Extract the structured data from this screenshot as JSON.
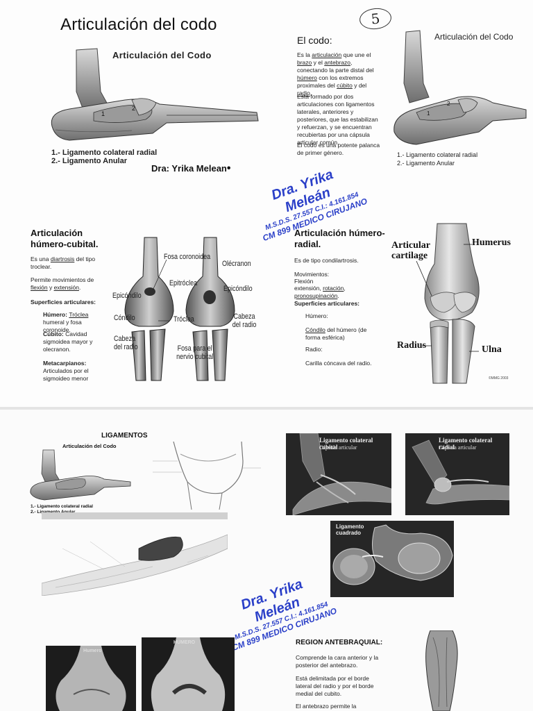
{
  "page1": {
    "page_number": "5",
    "main_title": "Articulación del codo",
    "fig1": {
      "title": "Articulación del Codo",
      "marker_1": "1",
      "marker_2": "2",
      "legend_1": "1.- Ligamento colateral radial",
      "legend_2": "2.- Ligamento Anular"
    },
    "author_line": "Dra: Yrika Melean",
    "codo": {
      "heading": "El codo:",
      "p1_prefix": "Es la ",
      "p1_link1": "articulación",
      "p1_mid1": " que une el ",
      "p1_link2": "brazo",
      "p1_mid2": " y el ",
      "p1_link3": "antebrazo",
      "p1_mid3": ", conectando la parte distal del ",
      "p1_link4": "húmero",
      "p1_mid4": " con los extremos proximales del ",
      "p1_link5": "cúbito",
      "p1_mid5": " y del ",
      "p1_link6": "radio",
      "p1_end": ".",
      "p2": "Está formado por dos articulaciones con ligamentos laterales, anteriores y posteriores, que las estabilizan y refuerzan, y se encuentran recubiertas por una cápsula articular común.",
      "p3": "El codo es una potente palanca de primer género."
    },
    "fig2": {
      "title": "Articulación del Codo",
      "marker_1": "1",
      "marker_2": "2",
      "legend_1": "1.- Ligamento colateral radial",
      "legend_2": "2.- Ligamento Anular"
    },
    "stamp": {
      "line1": "Dra. Yrika Meleán",
      "line2": "M.S.D.S. 27.557  C.I.: 4.161.854",
      "line3": "CM 899 MEDICO CIRUJANO"
    },
    "humerocubital": {
      "heading_1": "Articulación",
      "heading_2": "húmero-cubital.",
      "p1_prefix": "Es una ",
      "p1_link": "diartrosis",
      "p1_suffix": " del tipo troclear.",
      "p2_prefix": "Permite movimientos de ",
      "p2_link1": "flexión",
      "p2_mid": " y ",
      "p2_link2": "extensión",
      "p2_end": ".",
      "sup_heading": "Superficies articulares:",
      "humero_label": "Húmero: ",
      "humero_link": "Tróclea",
      "humero_text": " humeral y fosa coronoide.",
      "cubito_label": "Cúbito:",
      "cubito_text": " Cavidad sigmoidea mayor y olecranon.",
      "meta_label": "Metacarpianos:",
      "meta_text": "Articulados por el sigmoideo menor"
    },
    "fig3_labels": {
      "fosa_coronoidea": "Fosa coronoidea",
      "olecranon": "Olécranon",
      "epitroclea": "Epitróclea",
      "epicondilo_left": "Epicóndilo",
      "epicondilo_right": "Epicóndilo",
      "condilo": "Cóndilo",
      "troclea": "Tróclea",
      "cabeza_radio_left": "Cabeza del radio",
      "cabeza_radio_right": "Cabeza del radio",
      "fosa_nervio": "Fosa para el nervio cubital"
    },
    "humeroradial": {
      "heading_1": "Articulación húmero-",
      "heading_2": "radial.",
      "p1": "Es de tipo condilartrosis.",
      "mov_label": "Movimientos:",
      "mov_1": "Flexión",
      "mov_2_prefix": "extensión, ",
      "mov_2_link1": "rotación",
      "mov_2_mid": ", ",
      "mov_2_link2": "pronosupinación",
      "mov_2_end": ".",
      "sup_heading": "Superficies articulares:",
      "humero": "Húmero:",
      "condilo_link": "Cóndilo",
      "condilo_text": " del húmero (de forma esférica)",
      "radio": "Radio:",
      "radio_text": "Carilla cóncava del radio."
    },
    "fig4_labels": {
      "articular": "Articular",
      "cartilage": "cartilage",
      "humerus": "Humerus",
      "radius": "Radius",
      "ulna": "Ulna",
      "copyright": "©MMG 2003"
    }
  },
  "page2": {
    "ligamentos_heading": "LIGAMENTOS",
    "mini_fig": {
      "title": "Articulación del Codo",
      "legend_1": "1.- Ligamento colateral radial",
      "legend_2": "2.- Ligamento Anular"
    },
    "panel1": {
      "title": "Ligamento colateral cubital",
      "sub": "Cápsula articular"
    },
    "panel2": {
      "title": "Ligamento colateral radial",
      "sub": "Cápsula articular"
    },
    "panel3": {
      "title_1": "Ligamento",
      "title_2": "cuadrado"
    },
    "stamp": {
      "line1": "Dra. Yrika Meleán",
      "line2": "M.S.D.S. 27.557  C.I.: 4.161.854",
      "line3": "CM 899 MEDICO CIRUJANO"
    },
    "antebraquial": {
      "heading": "REGION ANTEBRAQUIAL:",
      "p1": "Comprende la cara anterior y la posterior del antebrazo.",
      "p2": "Está delimitada por el borde lateral del radio y por el borde medial del cubito.",
      "p3": "El antebrazo permite la supinación"
    },
    "bottom_fig_left": {
      "label_top": "Humero"
    },
    "bottom_fig_right": {
      "label_top": "HUMERO"
    }
  },
  "colors": {
    "stamp_blue": "#2a3fc8",
    "panel_dark": "#262626",
    "paper": "#fdfdfd"
  }
}
